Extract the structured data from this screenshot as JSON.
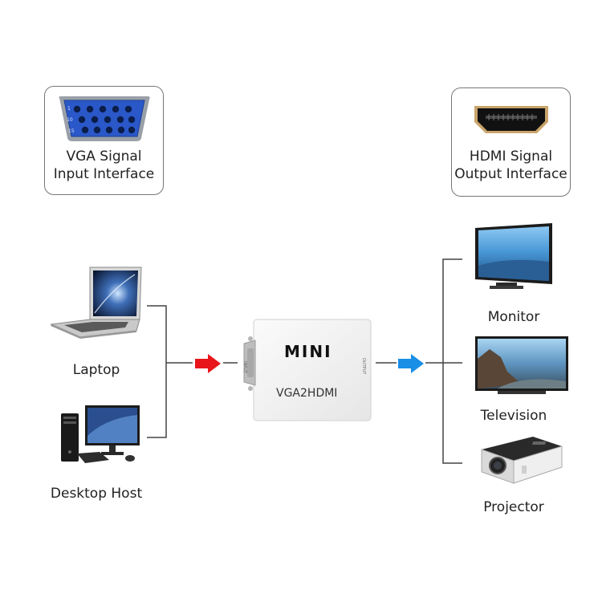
{
  "vga_box": {
    "line1": "VGA Signal",
    "line2": "Input Interface",
    "pins_row1": "1",
    "pins_row2": "10",
    "pins_row3": "15"
  },
  "hdmi_box": {
    "line1": "HDMI Signal",
    "line2": "Output Interface"
  },
  "sources": [
    {
      "label": "Laptop",
      "icon": "laptop-icon"
    },
    {
      "label": "Desktop Host",
      "icon": "desktop-computer-icon"
    }
  ],
  "converter": {
    "brand": "MINI",
    "model": "VGA2HDMI",
    "input_port": "INPUT",
    "output_port": "OUTPUT"
  },
  "displays": [
    {
      "label": "Monitor",
      "icon": "monitor-icon"
    },
    {
      "label": "Television",
      "icon": "television-icon"
    },
    {
      "label": "Projector",
      "icon": "projector-icon"
    }
  ],
  "colors": {
    "input_arrow": "#e8161b",
    "output_arrow": "#1a8fe6",
    "vga_blue": "#2a58c9",
    "line": "#444444"
  }
}
